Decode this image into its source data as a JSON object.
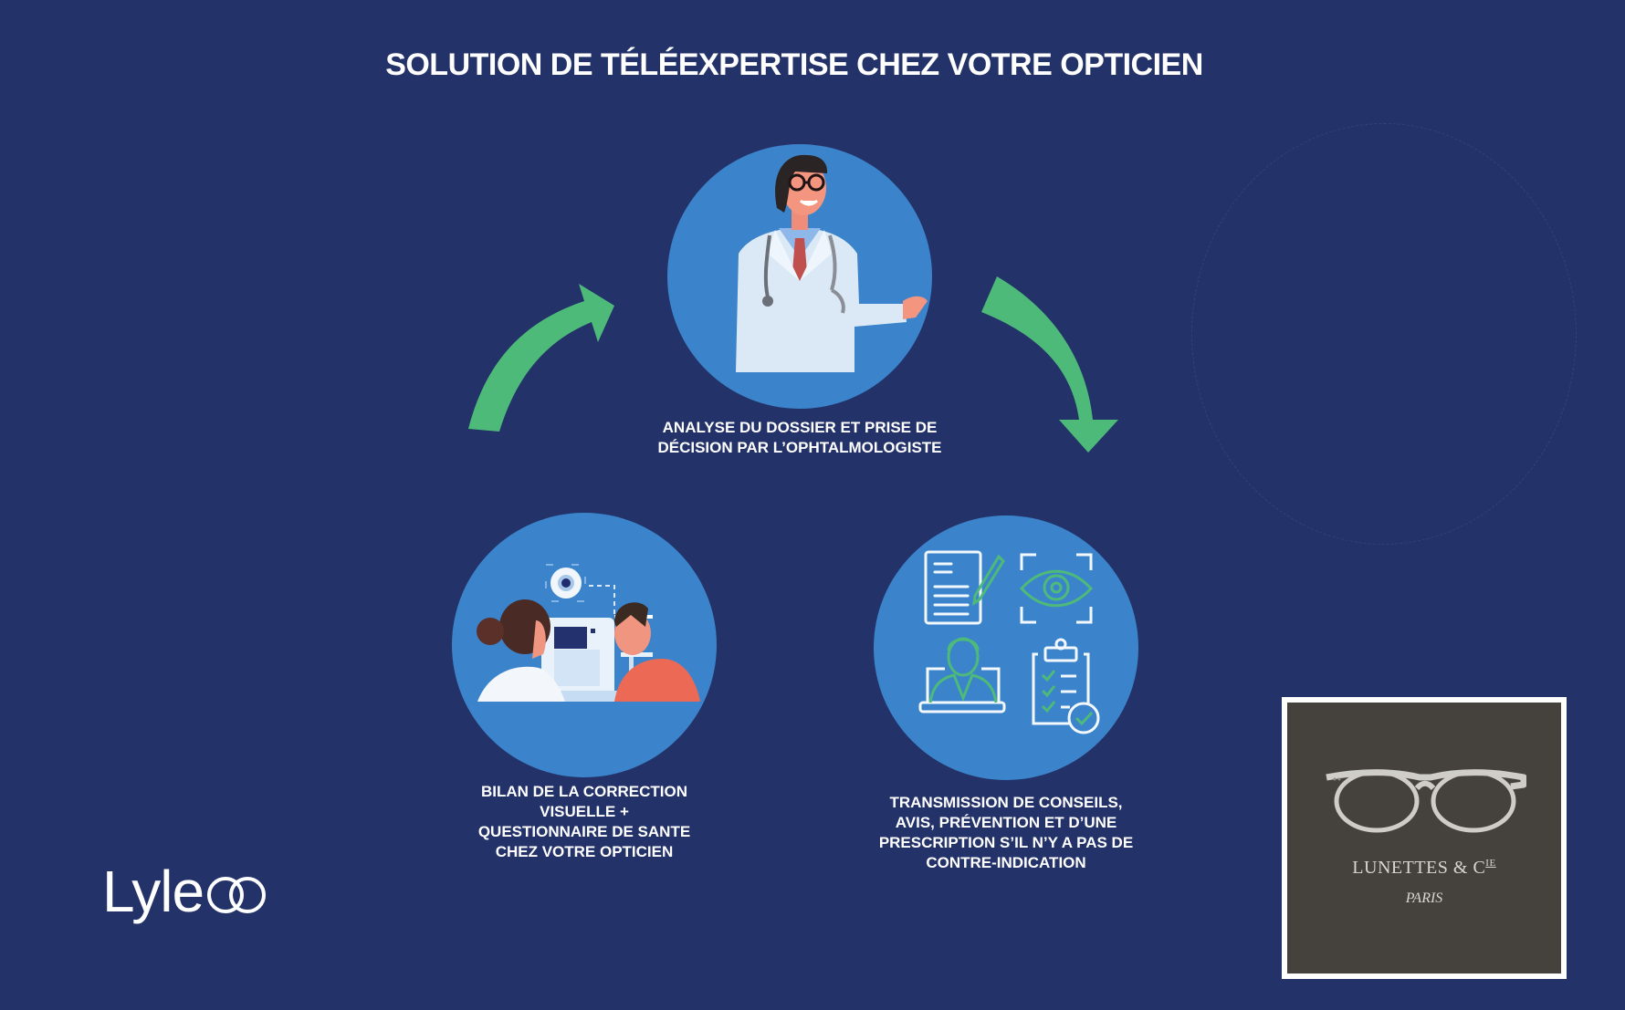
{
  "title": "SOLUTION DE TÉLÉEXPERTISE CHEZ VOTRE OPTICIEN",
  "colors": {
    "background": "#233268",
    "circle": "#3b84cb",
    "arrow": "#4dba7a",
    "text": "#ffffff",
    "partner_bg": "#45423d"
  },
  "steps": [
    {
      "id": "analysis",
      "illustration": "doctor-illustration",
      "caption": "ANALYSE DU DOSSIER ET PRISE DE\nDÉCISION PAR L’OPHTALMOLOGISTE"
    },
    {
      "id": "exam",
      "illustration": "eye-exam-illustration",
      "caption": "BILAN DE LA CORRECTION\nVISUELLE +\nQUESTIONNAIRE DE SANTE\nCHEZ VOTRE OPTICIEN"
    },
    {
      "id": "transmission",
      "illustration": "teleconsult-icons-illustration",
      "icons": [
        "document-pen-icon",
        "eye-scan-icon",
        "laptop-doctor-icon",
        "clipboard-check-icon"
      ],
      "caption": "TRANSMISSION DE CONSEILS,\nAVIS, PRÉVENTION ET D’UNE\nPRESCRIPTION S’IL N’Y A PAS DE\nCONTRE-INDICATION"
    }
  ],
  "arrows": [
    {
      "from": "exam",
      "to": "analysis",
      "direction": "up-right"
    },
    {
      "from": "analysis",
      "to": "transmission",
      "direction": "down-right"
    }
  ],
  "brand_logo": {
    "text": "Lyle",
    "mark": "double-ring"
  },
  "partner_logo": {
    "name": "LUNETTES & C",
    "name_sup": "IE",
    "city": "PARIS",
    "icon": "glasses-icon"
  }
}
